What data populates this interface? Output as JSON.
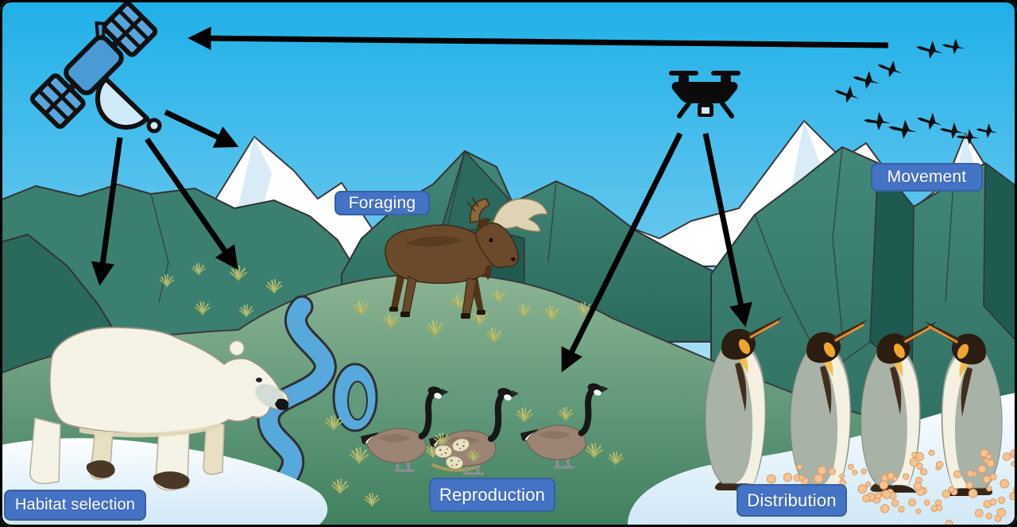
{
  "labels": {
    "foraging": "Foraging",
    "movement": "Movement",
    "habitat_selection": "Habitat selection",
    "reproduction": "Reproduction",
    "distribution": "Distribution"
  },
  "colors": {
    "label_bg": "#4472c4",
    "label_border": "#37619f",
    "label_text": "#ffffff",
    "arrow": "#000000",
    "sky_top": "#1fb0e8",
    "sky_bottom": "#cdeefb",
    "snow": "#ffffff",
    "mountain_teal": "#3c8274",
    "meadow_top": "#8cb493",
    "meadow_bottom": "#41805f",
    "river": "#57a9dc",
    "ice": "#e9f4fb",
    "satellite_blue": "#4a9ad5",
    "krill": "#f6c392"
  },
  "icons": [
    "satellite-icon",
    "drone-icon",
    "bird-flock-icon",
    "polar-bear-illustration",
    "moose-illustration",
    "canada-geese-illustration",
    "goose-eggs-illustration",
    "king-penguins-illustration"
  ]
}
